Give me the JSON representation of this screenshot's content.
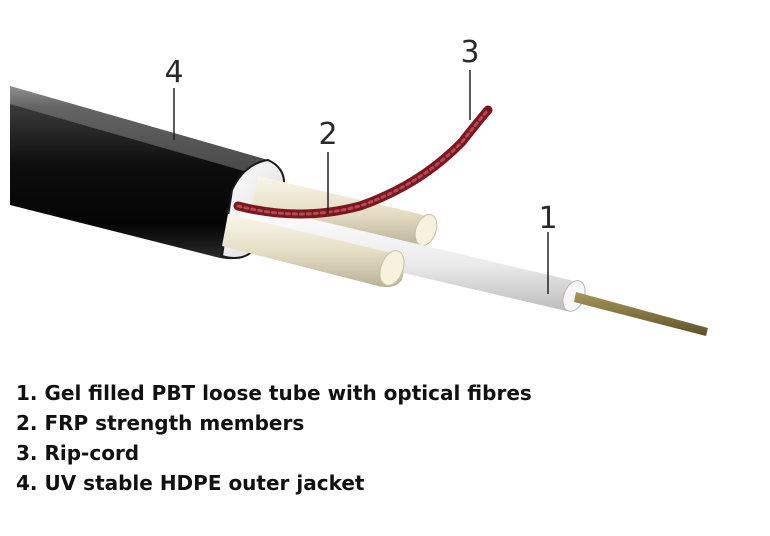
{
  "callouts": [
    {
      "number": "1"
    },
    {
      "number": "2"
    },
    {
      "number": "3"
    },
    {
      "number": "4"
    }
  ],
  "legend": [
    "1. Gel filled PBT loose tube with optical fibres",
    "2. FRP strength members",
    "3. Rip-cord",
    "4. UV stable HDPE outer jacket"
  ],
  "colors": {
    "jacket": "#0d0d0d",
    "strength_member": "#e9e3cc",
    "loose_tube": "#f1f1f1",
    "rip_cord": "#8c1c24",
    "fibre": "#7a6a35"
  }
}
